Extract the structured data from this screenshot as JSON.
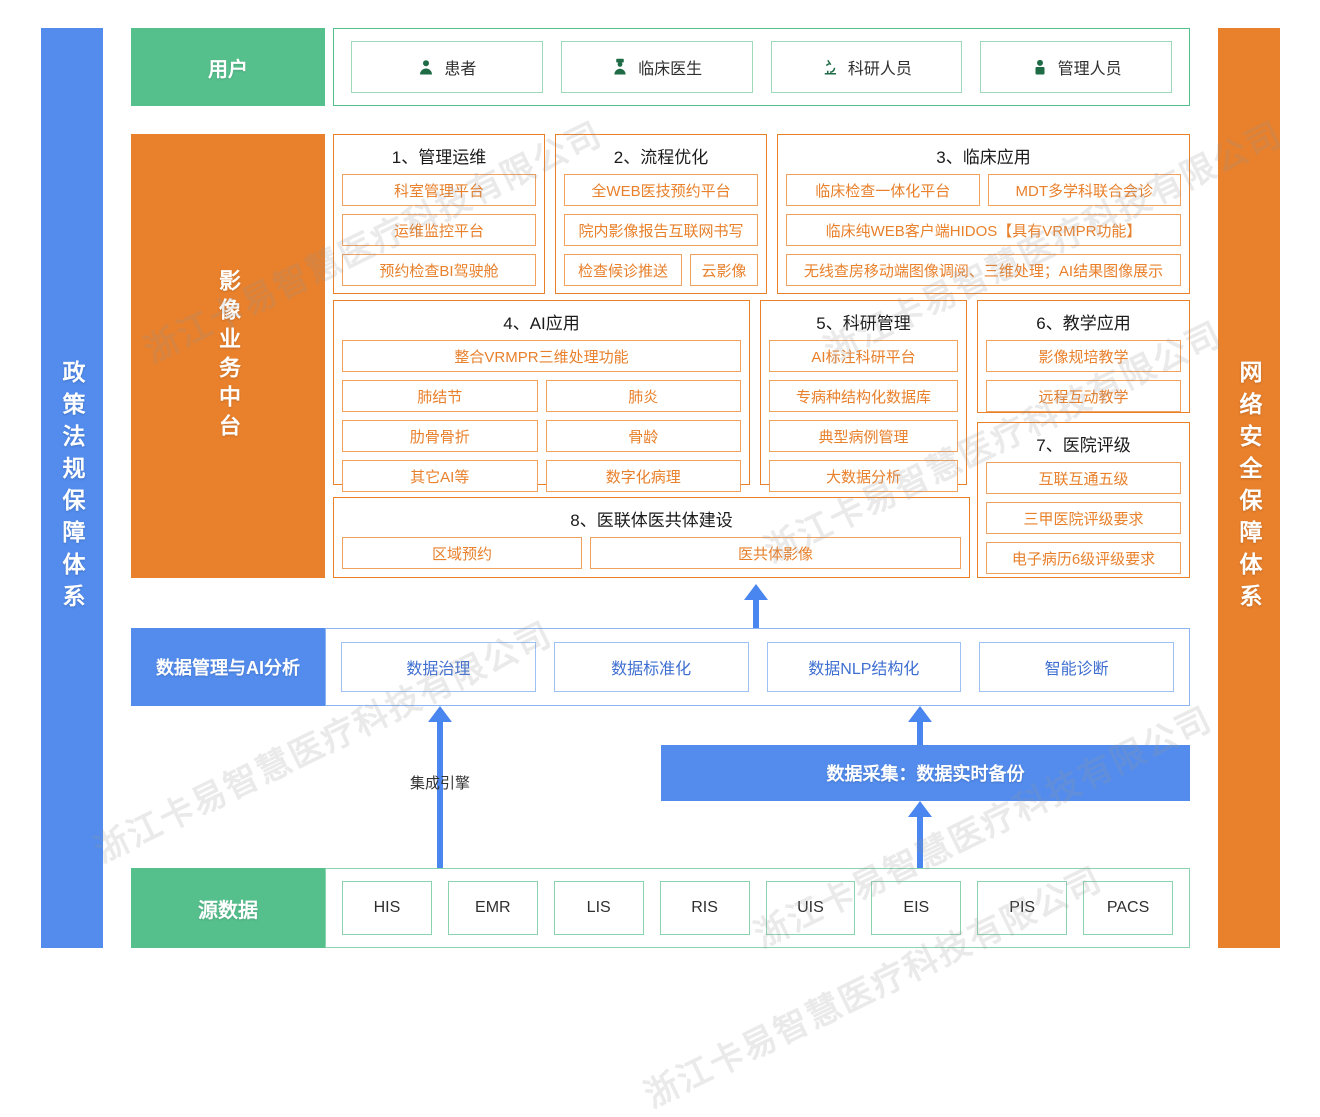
{
  "pillars": {
    "left": "政策法规保障体系",
    "right": "网络安全保障体系"
  },
  "colors": {
    "green": "#56c08d",
    "orange": "#e8802c",
    "blue": "#538ced",
    "orange_text": "#e8802c",
    "blue_text": "#3f6fd1"
  },
  "users": {
    "label": "用户",
    "items": [
      {
        "label": "患者",
        "icon": "patient-person-icon"
      },
      {
        "label": "临床医生",
        "icon": "doctor-icon"
      },
      {
        "label": "科研人员",
        "icon": "microscope-icon"
      },
      {
        "label": "管理人员",
        "icon": "manager-person-icon"
      }
    ]
  },
  "platform": {
    "label": "影像业务中台",
    "panels": [
      {
        "title": "1、管理运维",
        "rows": [
          [
            "科室管理平台"
          ],
          [
            "运维监控平台"
          ],
          [
            "预约检查BI驾驶舱"
          ]
        ]
      },
      {
        "title": "2、流程优化",
        "rows": [
          [
            "全WEB医技预约平台"
          ],
          [
            "院内影像报告互联网书写"
          ],
          [
            "检查候诊推送",
            "云影像"
          ]
        ]
      },
      {
        "title": "3、临床应用",
        "rows": [
          [
            "临床检查一体化平台",
            "MDT多学科联合会诊"
          ],
          [
            "临床纯WEB客户端HIDOS【具有VRMPR功能】"
          ],
          [
            "无线查房移动端图像调阅、三维处理；AI结果图像展示"
          ]
        ]
      },
      {
        "title": "4、AI应用",
        "rows": [
          [
            "整合VRMPR三维处理功能"
          ],
          [
            "肺结节",
            "肺炎"
          ],
          [
            "肋骨骨折",
            "骨龄"
          ],
          [
            "其它AI等",
            "数字化病理"
          ]
        ]
      },
      {
        "title": "5、科研管理",
        "rows": [
          [
            "AI标注科研平台"
          ],
          [
            "专病种结构化数据库"
          ],
          [
            "典型病例管理"
          ],
          [
            "大数据分析"
          ]
        ]
      },
      {
        "title": "6、教学应用",
        "rows": [
          [
            "影像规培教学"
          ],
          [
            "远程互动教学"
          ]
        ]
      },
      {
        "title": "7、医院评级",
        "rows": [
          [
            "互联互通五级"
          ],
          [
            "三甲医院评级要求"
          ],
          [
            "电子病历6级评级要求"
          ]
        ]
      },
      {
        "title": "8、医联体医共体建设",
        "rows": [
          [
            "区域预约",
            "医共体影像"
          ]
        ]
      }
    ]
  },
  "data_management": {
    "label": "数据管理与AI分析",
    "items": [
      "数据治理",
      "数据标准化",
      "数据NLP结构化",
      "智能诊断"
    ]
  },
  "middle": {
    "collect_bar": "数据采集：数据实时备份",
    "engine_label": "集成引擎"
  },
  "source": {
    "label": "源数据",
    "items": [
      "HIS",
      "EMR",
      "LIS",
      "RIS",
      "UIS",
      "EIS",
      "PIS",
      "PACS"
    ]
  },
  "watermarks": [
    "浙江卡易智慧医疗科技有限公司",
    "浙江卡易智慧医疗科技有限公司",
    "浙江卡易智慧医疗科技有限公司",
    "浙江卡易智慧医疗科技有限公司",
    "浙江卡易智慧医疗科技有限公司",
    "浙江卡易智慧医疗科技有限公司"
  ]
}
